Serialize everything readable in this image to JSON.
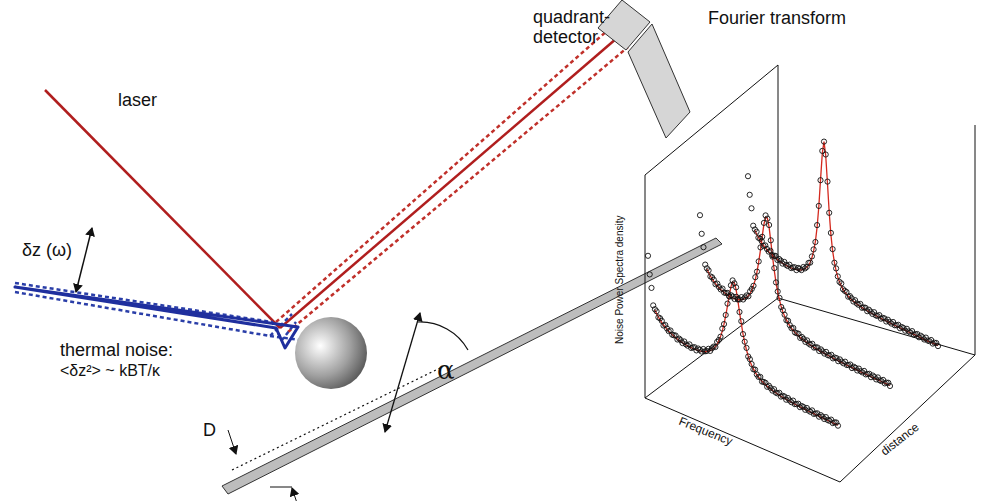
{
  "diagram": {
    "labels": [
      "laser",
      "quadrant- detector",
      "Fourier transform",
      "δz (ω)",
      "thermal noise:",
      "<δz²> ~ kBT/κ",
      "α",
      "D",
      "Noise Power Spectra density",
      "Frequency",
      "distance"
    ]
  }
}
